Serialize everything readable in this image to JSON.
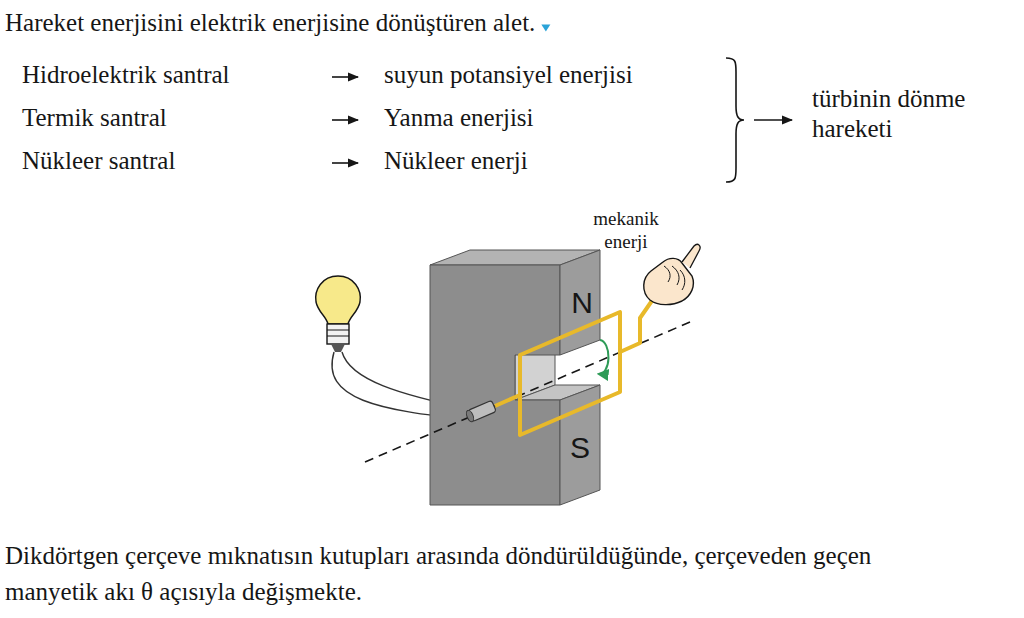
{
  "diagram": {
    "title": "Hareket enerjisini elektrik enerjisine dönüştüren alet.",
    "caption": "Dikdörtgen çerçeve mıknatısın kutupları arasında döndürüldüğünde, çerçeveden geçen manyetik akı θ açısıyla değişmekte.",
    "labels": [
      "Hidroelektrik santral",
      "suyun potansiyel enerjisi",
      "Termik santral",
      "Yanma enerjisi",
      "Nükleer santral",
      "Nükleer enerji",
      "türbinin dönme hareketi",
      "mekanik enerji",
      "N",
      "S"
    ]
  }
}
